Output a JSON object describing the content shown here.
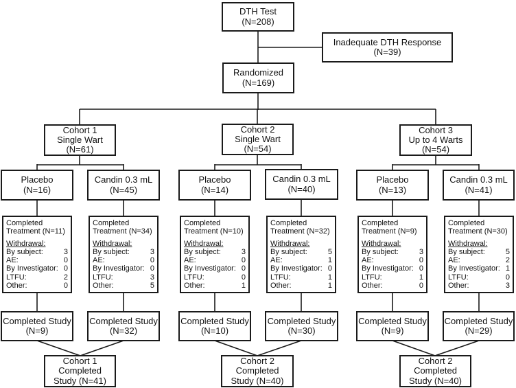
{
  "figure": {
    "colors": {
      "background": "#ffffff",
      "line": "#1a1a1a",
      "text": "#111111"
    },
    "dth_test": {
      "line1": "DTH Test",
      "line2": "(N=208)"
    },
    "inadequate_dth_response": {
      "line1": "Inadequate DTH Response",
      "line2": "(N=39)"
    },
    "randomized": {
      "line1": "Randomized",
      "line2": "(N=169)"
    },
    "cohorts": [
      {
        "line1": "Cohort 1",
        "line2": "Single Wart",
        "line3": "(N=61)"
      },
      {
        "line1": "Cohort 2",
        "line2": "Single Wart",
        "line3": "(N=54)"
      },
      {
        "line1": "Cohort 3",
        "line2": "Up to 4 Warts",
        "line3": "(N=54)"
      }
    ],
    "arms": [
      {
        "line1": "Placebo",
        "line2": "(N=16)",
        "ct_line1": "Completed",
        "ct_line2": "Treatment (N=11)",
        "withdrawal_label": "Withdrawal:",
        "withdrawals": [
          {
            "label": "By subject:",
            "value": "3"
          },
          {
            "label": "AE:",
            "value": "0"
          },
          {
            "label": "By Investigator:",
            "value": "0"
          },
          {
            "label": "LTFU:",
            "value": "2"
          },
          {
            "label": "Other:",
            "value": "0"
          }
        ],
        "cs_line1": "Completed Study",
        "cs_line2": "(N=9)"
      },
      {
        "line1": "Candin 0.3 mL",
        "line2": "(N=45)",
        "ct_line1": "Completed",
        "ct_line2": "Treatment (N=34)",
        "withdrawal_label": "Withdrawal:",
        "withdrawals": [
          {
            "label": "By subject:",
            "value": "3"
          },
          {
            "label": "AE:",
            "value": "0"
          },
          {
            "label": "By Investigator:",
            "value": "0"
          },
          {
            "label": "LTFU:",
            "value": "3"
          },
          {
            "label": "Other:",
            "value": "5"
          }
        ],
        "cs_line1": "Completed Study",
        "cs_line2": "(N=32)"
      },
      {
        "line1": "Placebo",
        "line2": "(N=14)",
        "ct_line1": "Completed",
        "ct_line2": "Treatment (N=10)",
        "withdrawal_label": "Withdrawal:",
        "withdrawals": [
          {
            "label": "By subject:",
            "value": "3"
          },
          {
            "label": "AE:",
            "value": "0"
          },
          {
            "label": "By Investigator:",
            "value": "0"
          },
          {
            "label": "LTFU:",
            "value": "0"
          },
          {
            "label": "Other:",
            "value": "1"
          }
        ],
        "cs_line1": "Completed Study",
        "cs_line2": "(N=10)"
      },
      {
        "line1": "Candin 0.3 mL",
        "line2": "(N=40)",
        "ct_line1": "Completed",
        "ct_line2": "Treatment (N=32)",
        "withdrawal_label": "Withdrawal:",
        "withdrawals": [
          {
            "label": "By subject:",
            "value": "5"
          },
          {
            "label": "AE:",
            "value": "1"
          },
          {
            "label": "By Investigator:",
            "value": "0"
          },
          {
            "label": "LTFU:",
            "value": "1"
          },
          {
            "label": "Other:",
            "value": "1"
          }
        ],
        "cs_line1": "Completed Study",
        "cs_line2": "(N=30)"
      },
      {
        "line1": "Placebo",
        "line2": "(N=13)",
        "ct_line1": "Completed",
        "ct_line2": "Treatment (N=9)",
        "withdrawal_label": "Withdrawal:",
        "withdrawals": [
          {
            "label": "By subject:",
            "value": "3"
          },
          {
            "label": "AE:",
            "value": "0"
          },
          {
            "label": "By Investigator:",
            "value": "0"
          },
          {
            "label": "LTFU:",
            "value": "1"
          },
          {
            "label": "Other:",
            "value": "0"
          }
        ],
        "cs_line1": "Completed Study",
        "cs_line2": "(N=9)"
      },
      {
        "line1": "Candin 0.3 mL",
        "line2": "(N=41)",
        "ct_line1": "Completed",
        "ct_line2": "Treatment (N=30)",
        "withdrawal_label": "Withdrawal:",
        "withdrawals": [
          {
            "label": "By subject:",
            "value": "5"
          },
          {
            "label": "AE:",
            "value": "2"
          },
          {
            "label": "By Investigator:",
            "value": "1"
          },
          {
            "label": "LTFU:",
            "value": "0"
          },
          {
            "label": "Other:",
            "value": "3"
          }
        ],
        "cs_line1": "Completed Study",
        "cs_line2": "(N=29)"
      }
    ],
    "summaries": [
      {
        "line1": "Cohort 1",
        "line2": "Completed",
        "line3": "Study (N=41)"
      },
      {
        "line1": "Cohort 2",
        "line2": "Completed",
        "line3": "Study (N=40)"
      },
      {
        "line1": "Cohort 2",
        "line2": "Completed",
        "line3": "Study (N=40)"
      }
    ]
  }
}
